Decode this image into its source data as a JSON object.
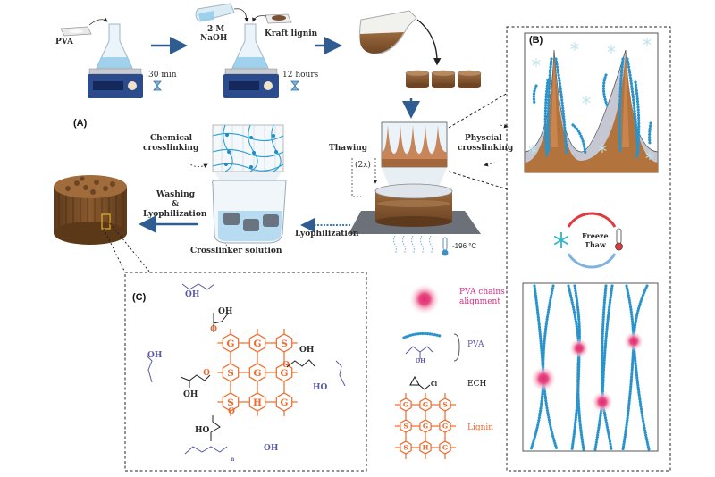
{
  "figure": {
    "panels": {
      "a": "(A)",
      "b": "(B)",
      "c": "(C)"
    },
    "steps": {
      "pva": "PVA",
      "time1": "30 min",
      "naoh_1": "2 M",
      "naoh_2": "NaOH",
      "kraft_lignin": "Kraft lignin",
      "time2": "12 hours",
      "thawing": "Thawing",
      "repeat": "(2x)",
      "physical_1": "Physcial",
      "physical_2": "crosslinking",
      "lyophilization": "Lyophilization",
      "temperature": "-196 °C",
      "chemical_1": "Chemical",
      "chemical_2": "crosslinking",
      "washing_1": "Washing",
      "washing_2": "&",
      "washing_3": "Lyophilization",
      "crosslinker": "Crosslinker solution"
    },
    "cycle": {
      "freeze": "Freeze",
      "thaw": "Thaw"
    },
    "legend": {
      "alignment_1": "PVA chains",
      "alignment_2": "alignment",
      "pva": "PVA",
      "pva_oh": "OH",
      "ech": "ECH",
      "ech_cl": "Cl",
      "lignin": "Lignin"
    },
    "structure": {
      "units": [
        "G",
        "G",
        "S",
        "S",
        "G",
        "G",
        "S",
        "H",
        "G"
      ],
      "oh": "OH",
      "ho": "HO",
      "o": "O",
      "n": "n"
    },
    "colors": {
      "arrow_blue": "#2f5d91",
      "pva_blue": "#2a8fc4",
      "lignin_orange": "#ee6a2a",
      "pva_purple": "#5b5aa8",
      "alignment_pink": "#e0297a",
      "gel_brown": "#8a5a32",
      "freeze_red": "#e0393e",
      "thaw_blue": "#7fb2dc"
    }
  }
}
